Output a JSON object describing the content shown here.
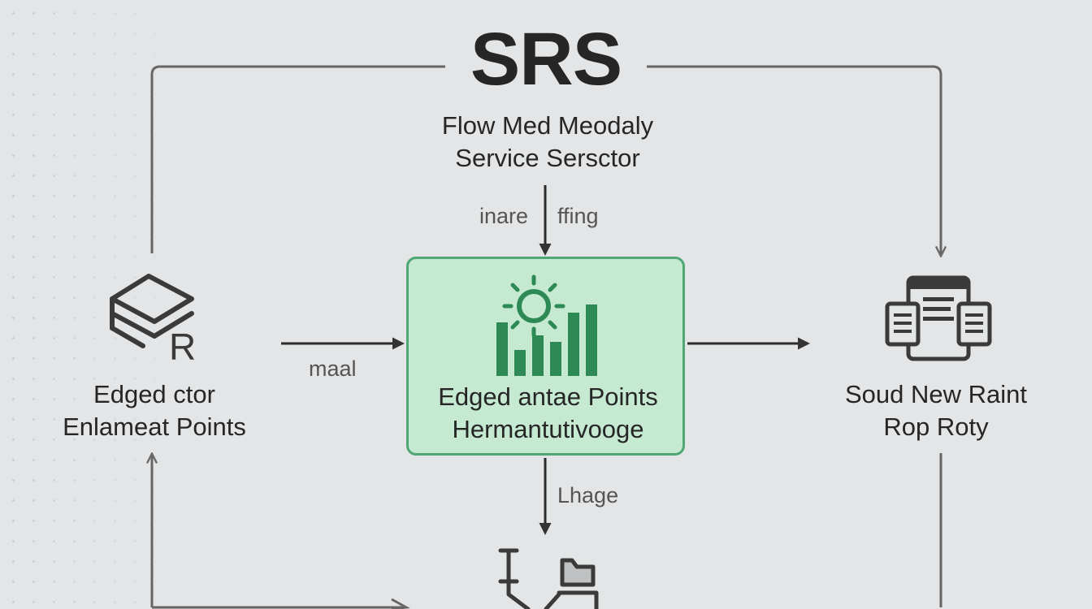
{
  "diagram": {
    "title": "SRS",
    "subtitle_line1": "Flow Med Meodaly",
    "subtitle_line2": "Service Sersctor",
    "top_edge_label_left": "inare",
    "top_edge_label_right": "ffing",
    "left_edge_label": "maal",
    "bottom_edge_label": "Lhage",
    "left_node": {
      "line1": "Edged ctor",
      "line2": "Enlameat Points",
      "icon": "layers-r-icon"
    },
    "center_node": {
      "line1": "Edged antae Points",
      "line2": "Hermantutivooge",
      "icon": "bar-chart-gear-icon"
    },
    "right_node": {
      "line1": "Soud New Raint",
      "line2": "Rop Roty",
      "icon": "devices-icon"
    },
    "bottom_node": {
      "icon": "network-folder-icon"
    },
    "colors": {
      "background": "#e3e5e6",
      "box_fill": "#c6e9d2",
      "box_border": "#4fa874",
      "icon_green": "#2e8a54",
      "icon_dark": "#3a3a3a",
      "line": "#555555"
    }
  }
}
